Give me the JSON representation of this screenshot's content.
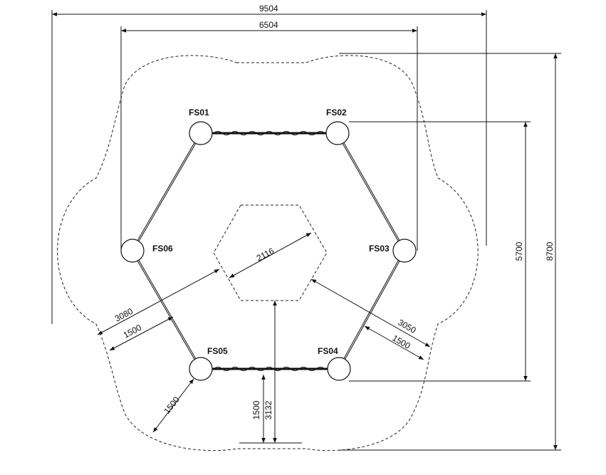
{
  "dimensions": {
    "overall_width": "9504",
    "frame_width": "6504",
    "overall_height": "8700",
    "frame_height": "5700",
    "inner_hex": "2116",
    "left_diag_outer": "3080",
    "left_diag_inner": "1500",
    "right_diag_outer": "3050",
    "right_diag_inner": "1500",
    "bottom_left_clearance": "1500",
    "bottom_clearance": "1500",
    "bottom_to_hex": "3132"
  },
  "posts": {
    "fs01": "FS01",
    "fs02": "FS02",
    "fs03": "FS03",
    "fs04": "FS04",
    "fs05": "FS05",
    "fs06": "FS06"
  }
}
